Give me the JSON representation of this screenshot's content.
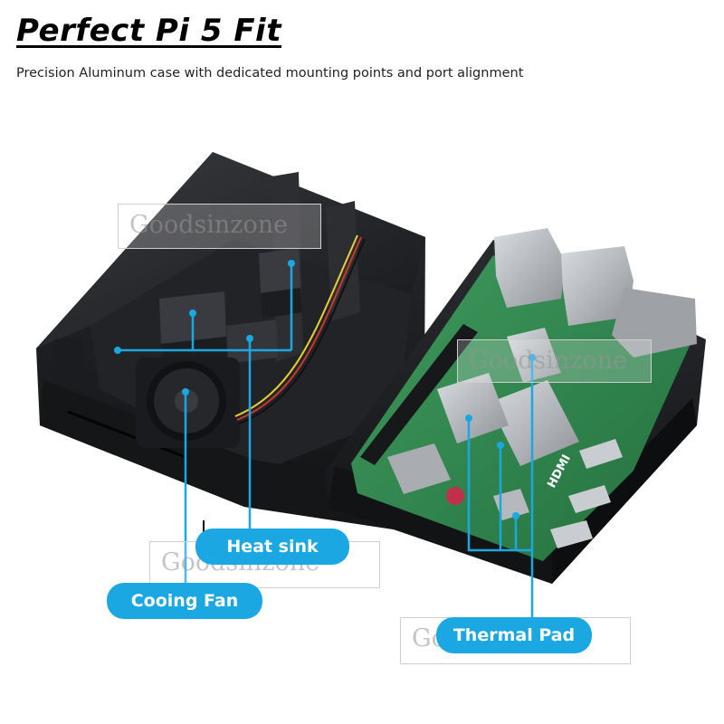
{
  "header": {
    "title": "Perfect Pi 5 Fit",
    "subtitle": "Precision Aluminum case with dedicated mounting points and port alignment"
  },
  "callouts": {
    "heat_sink": "Heat sink",
    "cooling_fan": "Cooing Fan",
    "thermal_pad": "Thermal Pad"
  },
  "board_marking": {
    "hdmi": "HDMI"
  },
  "watermark": {
    "text": "Goodsinzone"
  },
  "colors": {
    "callout_blue": "#1aa7e2",
    "case_black": "#1e1f22",
    "board_green": "#2f8a4e",
    "heatsink_silver": "#b9bcc0"
  }
}
